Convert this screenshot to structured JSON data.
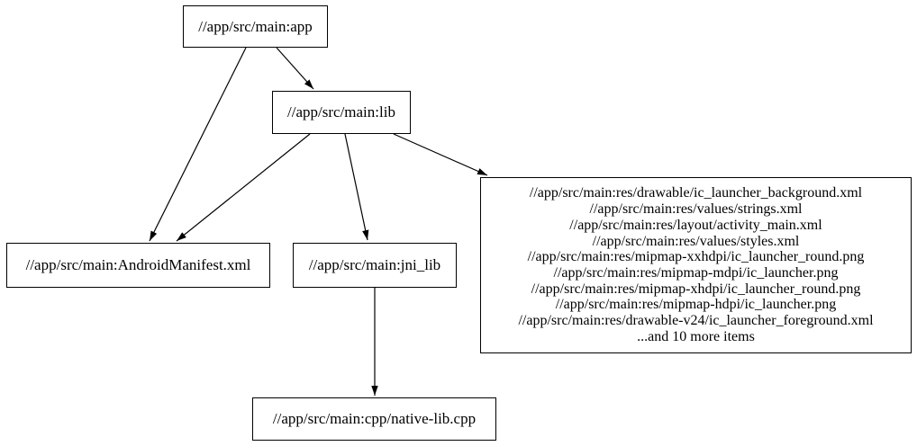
{
  "graph": {
    "type": "dependency-graph",
    "background_color": "#ffffff",
    "line_color": "#000000",
    "text_color": "#000000",
    "nodes": {
      "app": {
        "label": "//app/src/main:app"
      },
      "lib": {
        "label": "//app/src/main:lib"
      },
      "android_manifest": {
        "label": "//app/src/main:AndroidManifest.xml"
      },
      "jni_lib": {
        "label": "//app/src/main:jni_lib"
      },
      "resources": {
        "lines": [
          "//app/src/main:res/drawable/ic_launcher_background.xml",
          "//app/src/main:res/values/strings.xml",
          "//app/src/main:res/layout/activity_main.xml",
          "//app/src/main:res/values/styles.xml",
          "//app/src/main:res/mipmap-xxhdpi/ic_launcher_round.png",
          "//app/src/main:res/mipmap-mdpi/ic_launcher.png",
          "//app/src/main:res/mipmap-xhdpi/ic_launcher_round.png",
          "//app/src/main:res/mipmap-hdpi/ic_launcher.png",
          "//app/src/main:res/drawable-v24/ic_launcher_foreground.xml",
          "...and 10 more items"
        ]
      },
      "native_lib_cpp": {
        "label": "//app/src/main:cpp/native-lib.cpp"
      }
    },
    "edges": [
      {
        "from": "app",
        "to": "lib"
      },
      {
        "from": "app",
        "to": "android_manifest"
      },
      {
        "from": "lib",
        "to": "android_manifest"
      },
      {
        "from": "lib",
        "to": "jni_lib"
      },
      {
        "from": "lib",
        "to": "resources"
      },
      {
        "from": "jni_lib",
        "to": "native_lib_cpp"
      }
    ]
  }
}
